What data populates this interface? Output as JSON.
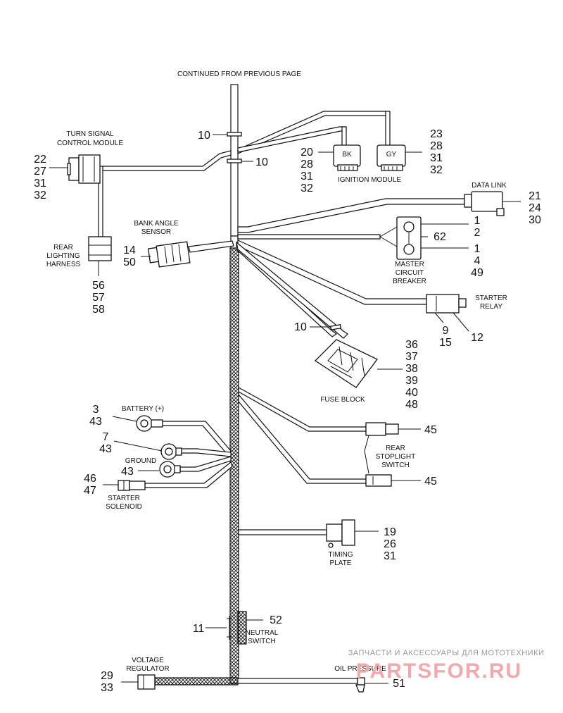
{
  "header": "CONTINUED FROM PREVIOUS PAGE",
  "components": {
    "turn_signal": {
      "label": [
        "TURN SIGNAL",
        "CONTROL MODULE"
      ],
      "refs": [
        "22",
        "27",
        "31",
        "32"
      ]
    },
    "rear_lighting": {
      "label": [
        "REAR",
        "LIGHTING",
        "HARNESS"
      ],
      "refs": [
        "56",
        "57",
        "58"
      ]
    },
    "ignition": {
      "label": "IGNITION MODULE",
      "bk": "BK",
      "gy": "GY",
      "refs_bk": [
        "20",
        "28",
        "31",
        "32"
      ],
      "refs_gy": [
        "23",
        "28",
        "31",
        "32"
      ]
    },
    "data_link": {
      "label": "DATA LINK",
      "refs": [
        "21",
        "24",
        "30"
      ]
    },
    "bank_angle": {
      "label": [
        "BANK ANGLE",
        "SENSOR"
      ],
      "refs": [
        "14",
        "50"
      ]
    },
    "circuit_breaker": {
      "label": [
        "MASTER",
        "CIRCUIT",
        "BREAKER"
      ],
      "refs_top": [
        "1",
        "2"
      ],
      "ref_mid": "62",
      "refs_bottom": [
        "1",
        "4",
        "49"
      ]
    },
    "starter_relay": {
      "label": [
        "STARTER",
        "RELAY"
      ],
      "refs_left": [
        "9",
        "15"
      ],
      "ref_right": "12"
    },
    "fuse_block": {
      "label": "FUSE BLOCK",
      "refs": [
        "36",
        "37",
        "38",
        "39",
        "40",
        "48"
      ]
    },
    "clip_refs": [
      "10",
      "10",
      "10"
    ],
    "battery": {
      "label": "BATTERY (+)",
      "refs": [
        "3",
        "43"
      ]
    },
    "ground": {
      "label": "GROUND",
      "refs_top": [
        "7",
        "43"
      ],
      "ref_bottom": "43"
    },
    "starter_solenoid": {
      "label": [
        "STARTER",
        "SOLENOID"
      ],
      "refs": [
        "46",
        "47"
      ]
    },
    "rear_stoplight": {
      "label": [
        "REAR",
        "STOPLIGHT",
        "SWITCH"
      ],
      "ref_top": "45",
      "ref_bottom": "45"
    },
    "timing_plate": {
      "label": [
        "TIMING",
        "PLATE"
      ],
      "refs": [
        "19",
        "26",
        "31"
      ]
    },
    "neutral_switch": {
      "label": [
        "NEUTRAL",
        "SWITCH"
      ],
      "ref_left": "11",
      "ref_right": "52"
    },
    "voltage_regulator": {
      "label": [
        "VOLTAGE",
        "REGULATOR"
      ],
      "refs": [
        "29",
        "33"
      ]
    },
    "oil_pressure": {
      "label": "OIL PRESSURE",
      "ref": "51"
    }
  },
  "watermark": {
    "text": "ЗАПЧАСТИ И АКСЕССУАРЫ ДЛЯ МОТОТЕХНИКИ",
    "logo": "PARTSFOR.RU"
  }
}
